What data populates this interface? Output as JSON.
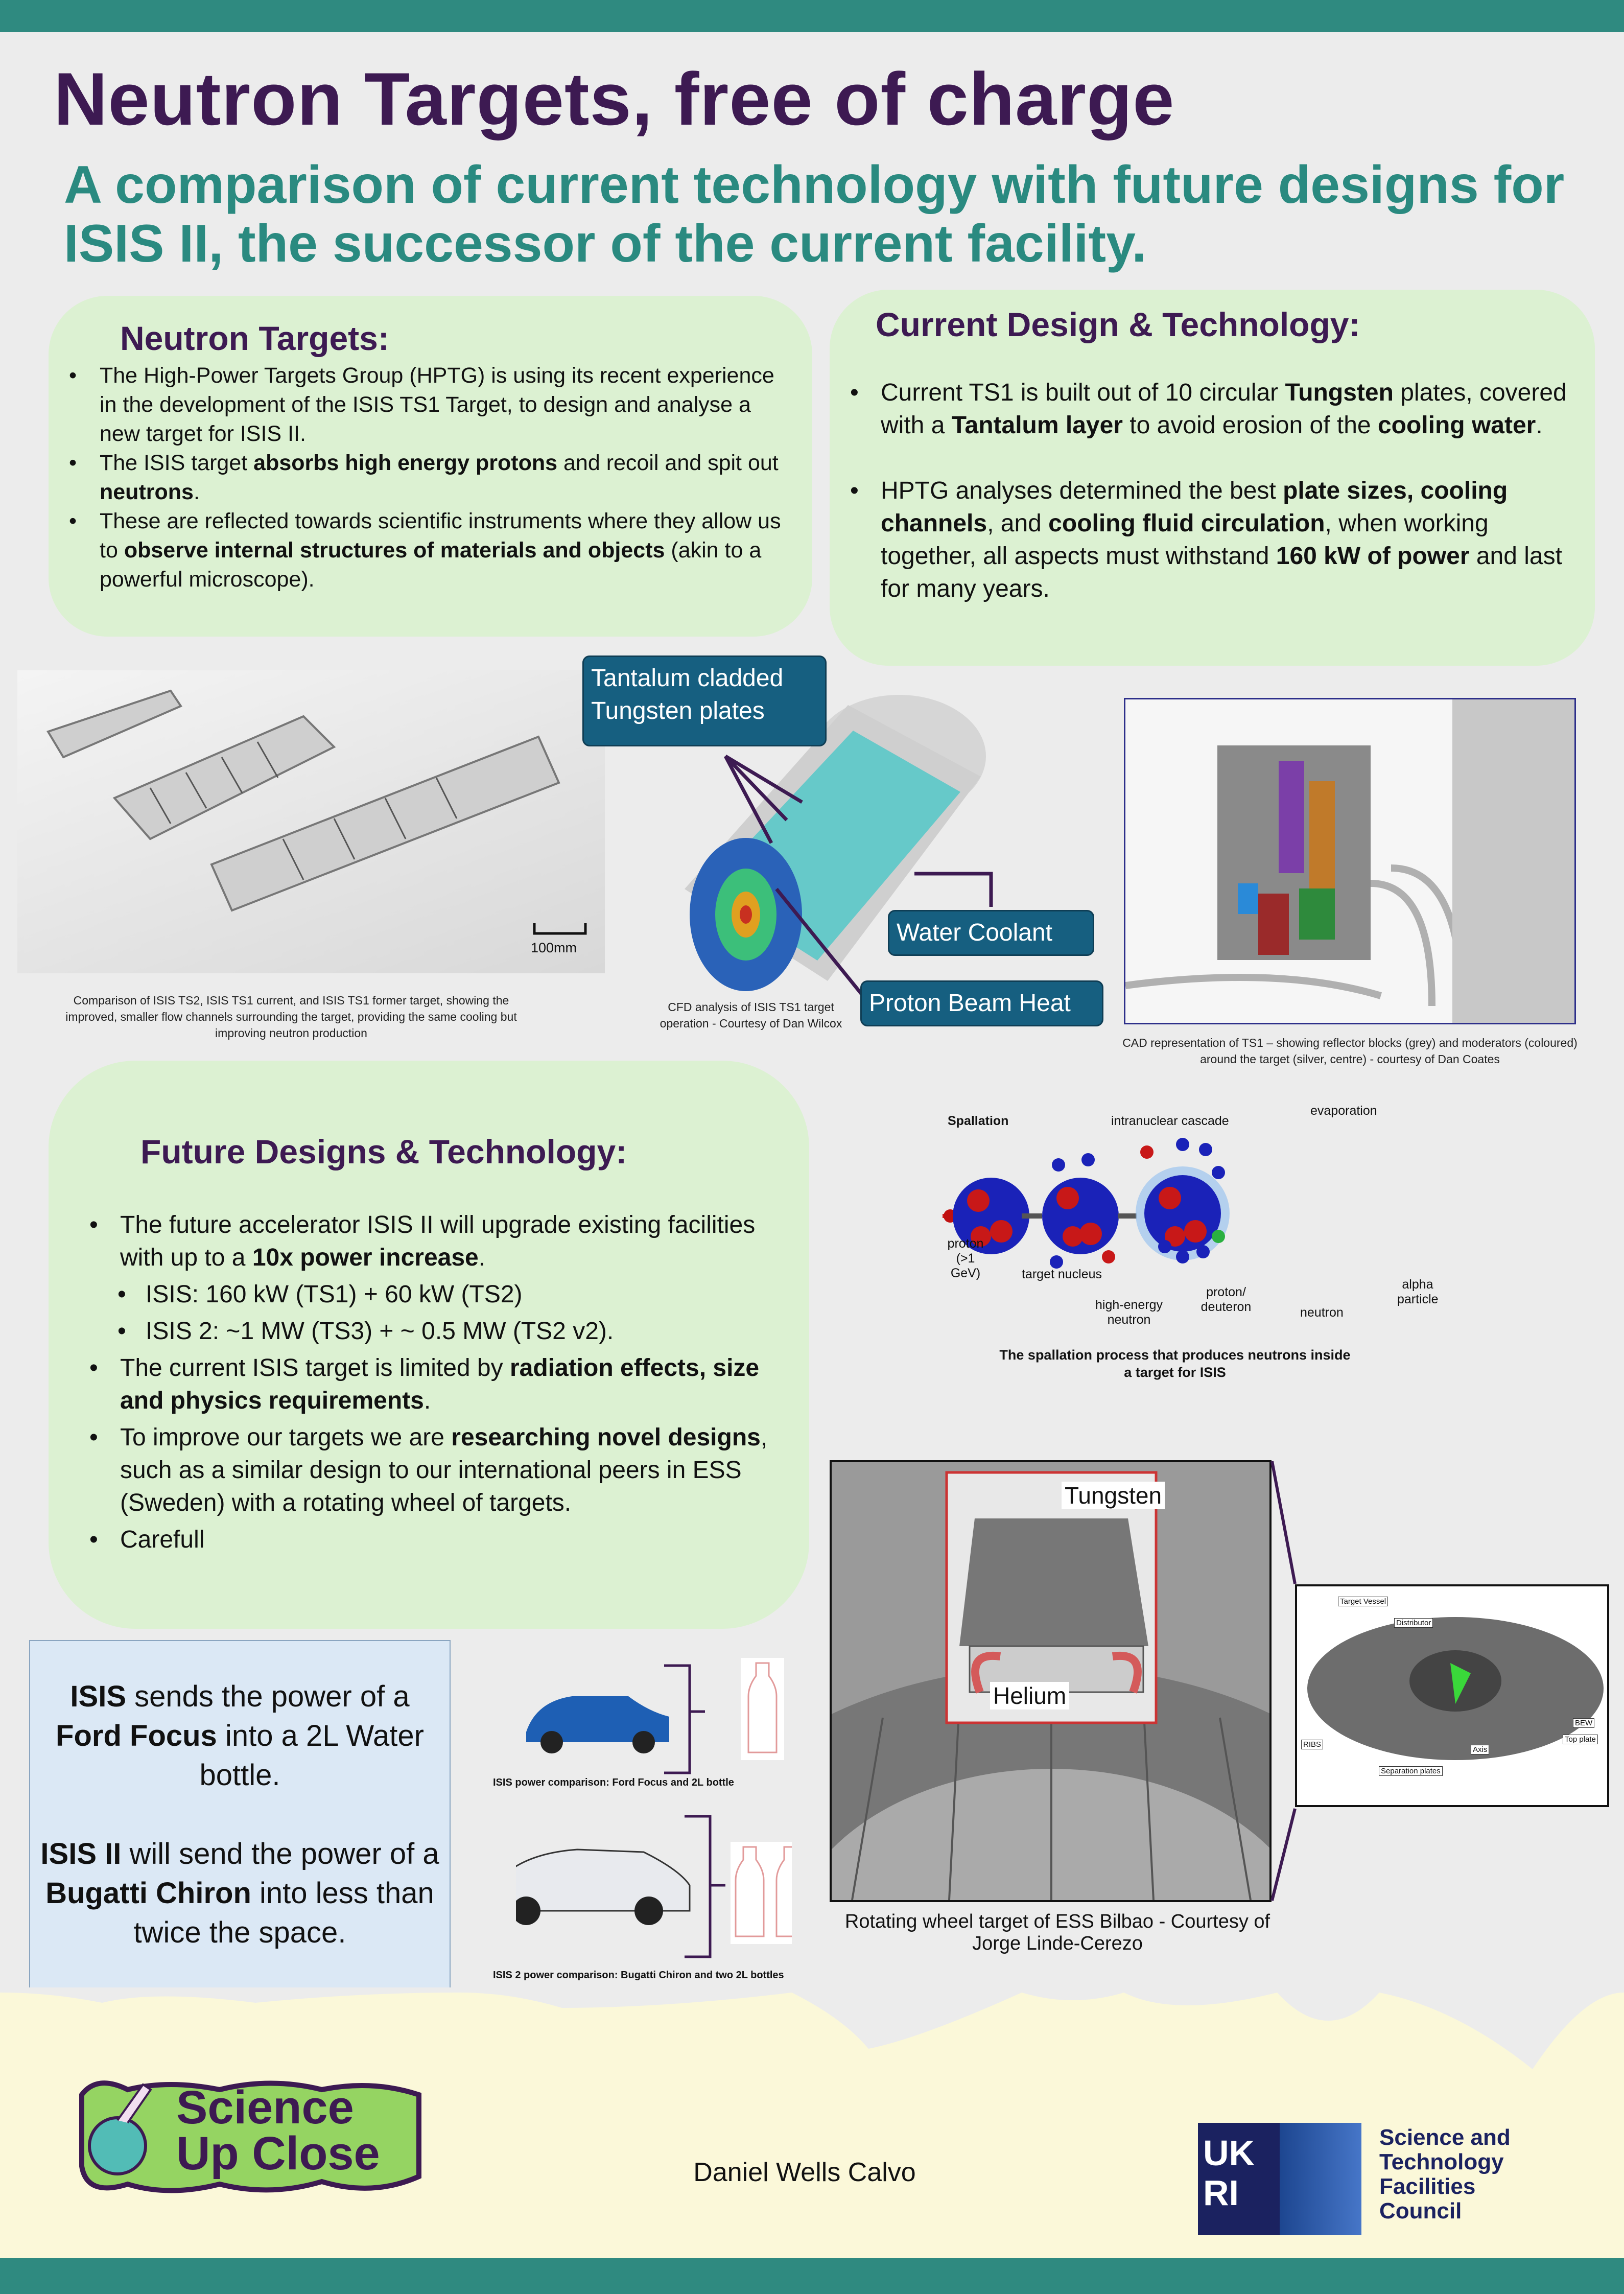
{
  "title": "Neutron Targets, free of charge",
  "subtitle": "A comparison of current technology with future designs for ISIS II, the successor of the current facility.",
  "neutron_targets": {
    "heading": "Neutron Targets:",
    "bullets": [
      {
        "pre": "The High-Power Targets Group (HPTG) is using its recent experience in the development of the ISIS TS1 Target, to design and analyse a new target for ISIS II.",
        "bold": "",
        "post": ""
      },
      {
        "pre": "The ISIS target ",
        "bold": "absorbs high energy protons",
        "post": " and recoil and spit out ",
        "bold2": "neutrons",
        "post2": "."
      },
      {
        "pre": "These are reflected towards scientific instruments where they allow us to ",
        "bold": "observe internal structures of materials and objects",
        "post": " (akin to a powerful microscope)."
      }
    ]
  },
  "current_design": {
    "heading": "Current Design & Technology:",
    "b1": [
      "Current TS1 is built out of 10 circular ",
      "Tungsten",
      " plates, covered with a ",
      "Tantalum layer",
      " to avoid erosion of the ",
      "cooling water",
      "."
    ],
    "b2": [
      "HPTG analyses determined the best ",
      "plate sizes, cooling channels",
      ", and ",
      "cooling fluid circulation",
      ", when working together, all aspects must withstand ",
      "160 kW of power",
      " and last for many years."
    ]
  },
  "figures": {
    "targets_caption": "Comparison of ISIS TS2, ISIS TS1 current, and ISIS TS1 former target, showing the improved, smaller flow channels surrounding the target, providing the same cooling but improving neutron production",
    "scale_label": "100mm",
    "cfd_caption": "CFD analysis of ISIS TS1 target operation - Courtesy of Dan Wilcox",
    "label_tantalum": "Tantalum cladded Tungsten plates",
    "label_water": "Water Coolant",
    "label_proton": "Proton Beam Heat",
    "cad_caption": "CAD representation of TS1 – showing reflector blocks (grey) and moderators (coloured) around the target (silver, centre) - courtesy of Dan Coates"
  },
  "future": {
    "heading": "Future Designs & Technology:",
    "b1": [
      "The future accelerator ISIS II will upgrade existing facilities with up to a ",
      "10x power increase",
      "."
    ],
    "sub1": "ISIS: 160 kW (TS1) + 60 kW (TS2)",
    "sub2": "ISIS 2: ~1 MW (TS3) + ~ 0.5 MW (TS2 v2).",
    "b2": [
      "The current ISIS target is limited by ",
      "radiation effects, size and physics requirements",
      "."
    ],
    "b3": [
      "To improve our targets we are ",
      "researching novel designs",
      ", such as a similar design to our international peers in ESS (Sweden) with a rotating wheel of targets."
    ],
    "b4": "Carefull"
  },
  "spallation": {
    "title": "Spallation",
    "cascade": "intranuclear cascade",
    "evaporation": "evaporation",
    "proton": "proton",
    "proton_energy": "(>1 GeV)",
    "target_nucleus": "target nucleus",
    "high_energy_neutron": "high-energy neutron",
    "proton_deuteron": "proton/ deuteron",
    "neutron": "neutron",
    "alpha": "alpha particle",
    "caption": "The spallation process that produces neutrons inside a target for ISIS"
  },
  "wheel": {
    "tungsten": "Tungsten",
    "helium": "Helium",
    "caption": "Rotating wheel target of ESS Bilbao - Courtesy of Jorge Linde-Cerezo",
    "labels": [
      "Target Vessel",
      "Distributor",
      "RIBS",
      "Separation plates",
      "Axis",
      "BEW",
      "Top plate"
    ]
  },
  "note": {
    "p1": [
      "ISIS",
      " sends the power of a ",
      "Ford Focus",
      " into a 2L Water bottle."
    ],
    "p2": [
      "ISIS II",
      " will send the power of a ",
      "Bugatti Chiron",
      " into less than twice the space."
    ]
  },
  "cars": {
    "cap1": "ISIS power comparison: Ford Focus and 2L bottle",
    "cap2": "ISIS 2 power comparison: Bugatti Chiron and two 2L bottles"
  },
  "footer": {
    "logo_left": "Science Up Close",
    "author": "Daniel Wells Calvo",
    "ukri": "UKRI",
    "stfc": "Science and Technology Facilities Council"
  },
  "colors": {
    "teal": "#2f8a80",
    "purple": "#3d1a52",
    "green_box": "#dcf1d2",
    "label_blue": "#165f80"
  }
}
